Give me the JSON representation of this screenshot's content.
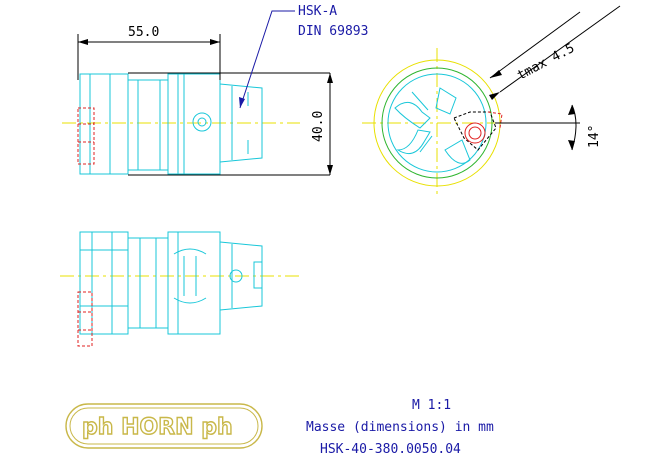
{
  "dimensions": {
    "length": "55.0",
    "diameter": "40.0",
    "tmax": "tmax 4.5",
    "angle": "14°"
  },
  "callout": {
    "line1": "HSK-A",
    "line2": "DIN  69893"
  },
  "footer": {
    "scale": "M 1:1",
    "units": "Masse (dimensions) in mm",
    "part_number": "HSK-40-380.0050.04"
  },
  "logo": {
    "text": "ph HORN ph"
  },
  "colors": {
    "outline": "#19c7d9",
    "centerline": "#e8e000",
    "dimension": "#000000",
    "callout": "#1a1aa6",
    "insert": "#e02020",
    "circle": "#2fb52f",
    "logo": "#c9b84a"
  }
}
